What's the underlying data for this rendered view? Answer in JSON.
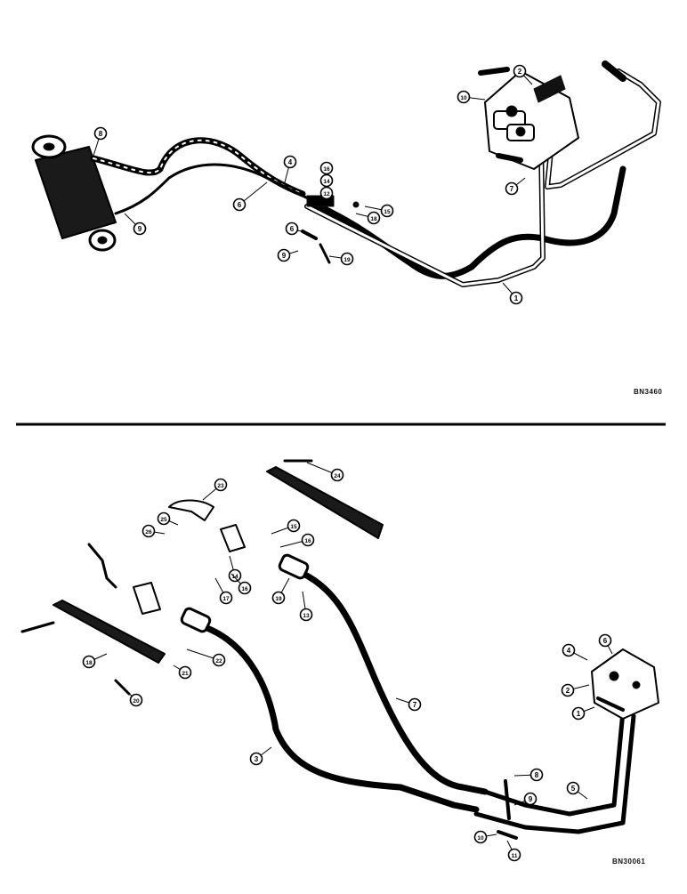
{
  "top_diagram": {
    "drawing_code": "BN3460",
    "callouts": [
      {
        "id": "t1",
        "label": "2"
      },
      {
        "id": "t2",
        "label": "10"
      },
      {
        "id": "t3",
        "label": "8"
      },
      {
        "id": "t4",
        "label": "9"
      },
      {
        "id": "t5",
        "label": "6"
      },
      {
        "id": "t6",
        "label": "4"
      },
      {
        "id": "t7",
        "label": "16"
      },
      {
        "id": "t8",
        "label": "14"
      },
      {
        "id": "t9",
        "label": "12"
      },
      {
        "id": "t10",
        "label": "15"
      },
      {
        "id": "t11",
        "label": "18"
      },
      {
        "id": "t12",
        "label": "6"
      },
      {
        "id": "t13",
        "label": "9"
      },
      {
        "id": "t14",
        "label": "19"
      },
      {
        "id": "t15",
        "label": "7"
      },
      {
        "id": "t16",
        "label": "1"
      }
    ]
  },
  "bottom_diagram": {
    "drawing_code": "BN30061",
    "callouts": [
      {
        "id": "b1",
        "label": "24"
      },
      {
        "id": "b2",
        "label": "23"
      },
      {
        "id": "b3",
        "label": "25"
      },
      {
        "id": "b4",
        "label": "26"
      },
      {
        "id": "b5",
        "label": "15"
      },
      {
        "id": "b6",
        "label": "16"
      },
      {
        "id": "b7",
        "label": "14"
      },
      {
        "id": "b8",
        "label": "16"
      },
      {
        "id": "b9",
        "label": "17"
      },
      {
        "id": "b10",
        "label": "19"
      },
      {
        "id": "b11",
        "label": "13"
      },
      {
        "id": "b12",
        "label": "18"
      },
      {
        "id": "b13",
        "label": "22"
      },
      {
        "id": "b14",
        "label": "21"
      },
      {
        "id": "b15",
        "label": "20"
      },
      {
        "id": "b16",
        "label": "7"
      },
      {
        "id": "b17",
        "label": "3"
      },
      {
        "id": "b18",
        "label": "4"
      },
      {
        "id": "b19",
        "label": "6"
      },
      {
        "id": "b20",
        "label": "2"
      },
      {
        "id": "b21",
        "label": "1"
      },
      {
        "id": "b22",
        "label": "8"
      },
      {
        "id": "b23",
        "label": "9"
      },
      {
        "id": "b24",
        "label": "5"
      },
      {
        "id": "b25",
        "label": "10"
      },
      {
        "id": "b26",
        "label": "11"
      }
    ]
  }
}
